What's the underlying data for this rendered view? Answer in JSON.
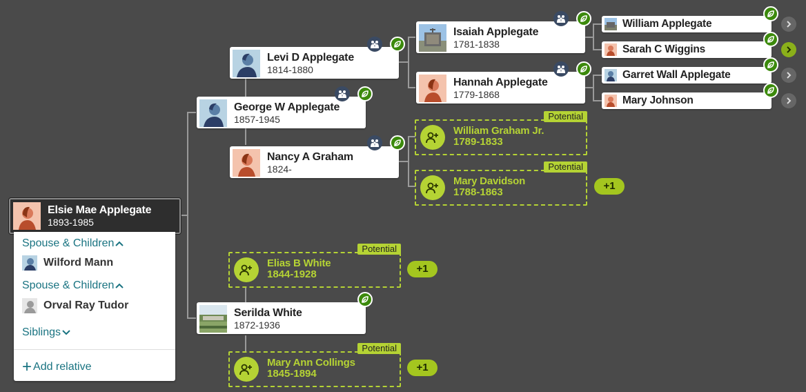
{
  "people": {
    "elsie": {
      "name": "Elsie Mae Applegate",
      "dates": "1893-1985"
    },
    "george": {
      "name": "George W Applegate",
      "dates": "1857-1945"
    },
    "serilda": {
      "name": "Serilda White",
      "dates": "1872-1936"
    },
    "levi": {
      "name": "Levi D Applegate",
      "dates": "1814-1880"
    },
    "nancy": {
      "name": "Nancy A Graham",
      "dates": "1824-"
    },
    "isaiah": {
      "name": "Isaiah Applegate",
      "dates": "1781-1838"
    },
    "hannah": {
      "name": "Hannah Applegate",
      "dates": "1779-1868"
    },
    "william": {
      "name": "William Applegate"
    },
    "sarah": {
      "name": "Sarah C Wiggins"
    },
    "garret": {
      "name": "Garret Wall Applegate"
    },
    "mary_johnson": {
      "name": "Mary Johnson"
    }
  },
  "potentials": {
    "badge_label": "Potential",
    "william_graham": {
      "name": "William Graham Jr.",
      "dates": "1789-1833"
    },
    "mary_davidson": {
      "name": "Mary Davidson",
      "dates": "1788-1863",
      "more": "+1"
    },
    "elias_white": {
      "name": "Elias B White",
      "dates": "1844-1928",
      "more": "+1"
    },
    "mary_collings": {
      "name": "Mary Ann Collings",
      "dates": "1845-1894",
      "more": "+1"
    }
  },
  "panel": {
    "spouse_children_1": "Spouse & Children",
    "spouse_1": "Wilford Mann",
    "spouse_children_2": "Spouse & Children",
    "spouse_2": "Orval Ray Tudor",
    "siblings": "Siblings",
    "add_relative": "Add relative"
  },
  "colors": {
    "background": "#4a4a4a",
    "potential_green": "#b5d334",
    "hint_green": "#3c8a0c",
    "link_teal": "#197381",
    "family_icon_bg": "#3a4a63"
  },
  "icons": {
    "hint": "leaf-hint-icon",
    "family": "family-group-icon",
    "expand": "chevron-right-icon",
    "add_person": "add-person-icon"
  }
}
